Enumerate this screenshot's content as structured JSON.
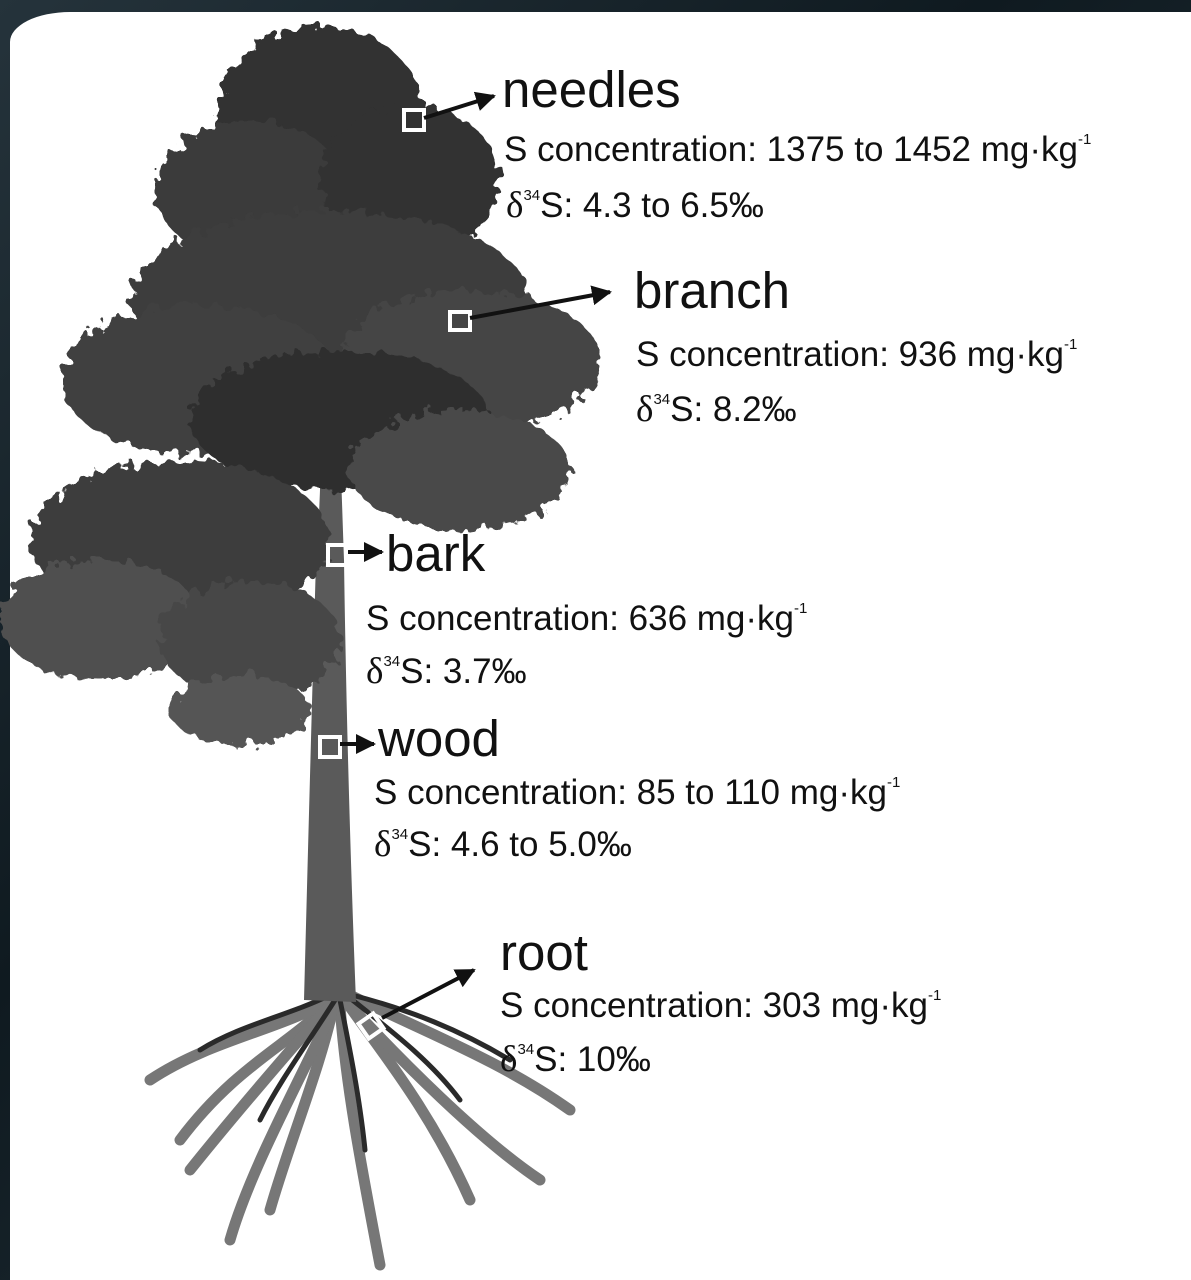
{
  "organs": [
    {
      "id": "needles",
      "name": "needles",
      "concentration_text": "S concentration: 1375 to 1452 mg·kg",
      "concentration_exponent": "-1",
      "delta_symbol": "δ",
      "delta_isotope": "34",
      "delta_text": "S: 4.3 to 6.5‰"
    },
    {
      "id": "branch",
      "name": "branch",
      "concentration_text": "S concentration: 936 mg·kg",
      "concentration_exponent": "-1",
      "delta_symbol": "δ",
      "delta_isotope": "34",
      "delta_text": "S: 8.2‰"
    },
    {
      "id": "bark",
      "name": "bark",
      "concentration_text": "S concentration: 636 mg·kg",
      "concentration_exponent": "-1",
      "delta_symbol": "δ",
      "delta_isotope": "34",
      "delta_text": "S: 3.7‰"
    },
    {
      "id": "wood",
      "name": "wood",
      "concentration_text": "S concentration: 85 to 110 mg·kg",
      "concentration_exponent": "-1",
      "delta_symbol": "δ",
      "delta_isotope": "34",
      "delta_text": "S: 4.6 to 5.0‰"
    },
    {
      "id": "root",
      "name": "root",
      "concentration_text": "S concentration: 303 mg·kg",
      "concentration_exponent": "-1",
      "delta_symbol": "δ",
      "delta_isotope": "34",
      "delta_text": "S: 10‰"
    }
  ],
  "colors": {
    "foliage_dark": "#2f2f2f",
    "foliage_mid": "#555555",
    "trunk": "#5a5a5a",
    "roots_dark": "#2a2a2a",
    "roots_light": "#777777",
    "arrow": "#111111"
  }
}
